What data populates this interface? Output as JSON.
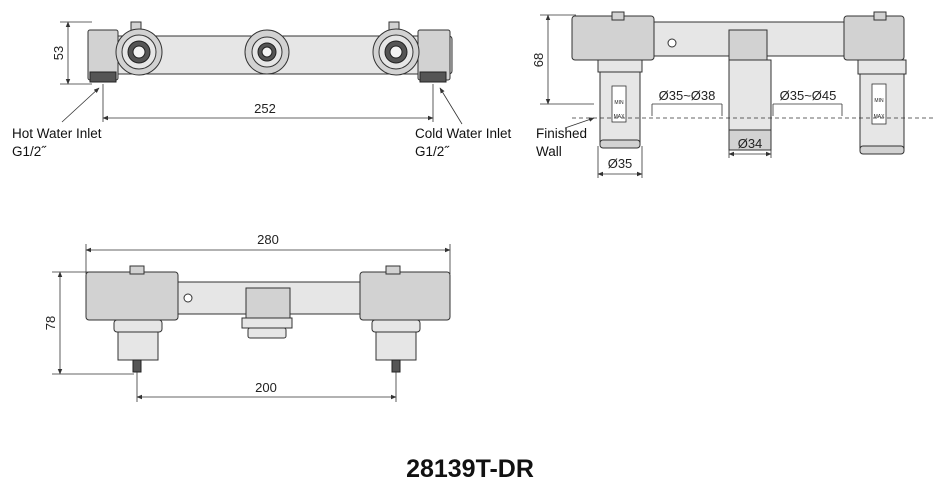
{
  "top_view": {
    "dim_height": "53",
    "dim_width": "252",
    "hot_inlet_label": "Hot Water Inlet",
    "hot_inlet_size": "G1/2˝",
    "cold_inlet_label": "Cold Water Inlet",
    "cold_inlet_size": "G1/2˝"
  },
  "side_view": {
    "dim_height": "68",
    "dim_range_left": "Ø35~Ø38",
    "dim_range_right": "Ø35~Ø45",
    "dim_pipe": "Ø34",
    "dim_valve": "Ø35",
    "finished_wall_line1": "Finished",
    "finished_wall_line2": "Wall",
    "marker_min": "MIN",
    "marker_max": "MAX"
  },
  "front_view": {
    "dim_overall_width": "280",
    "dim_height": "78",
    "dim_centers": "200"
  },
  "model_number": "28139T-DR"
}
